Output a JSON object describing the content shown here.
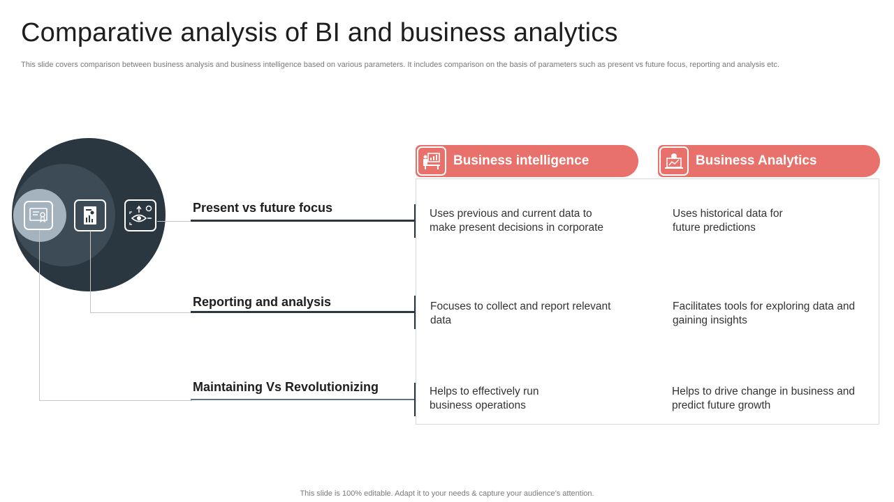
{
  "slide": {
    "title": "Comparative analysis of BI and business analytics",
    "subtitle": "This slide covers comparison between business analysis and business intelligence based on various parameters. It includes comparison on the basis of parameters such as present vs future focus, reporting and analysis etc.",
    "footer": "This slide is 100% editable. Adapt it to your needs & capture your audience’s attention."
  },
  "icons": {
    "circle": [
      "certificate-icon",
      "report-document-icon",
      "vision-analytics-icon"
    ],
    "bi_header": "presentation-chart-icon",
    "ba_header": "laptop-analytics-icon"
  },
  "colors": {
    "accent": "#e8716b",
    "dark": "#2a3640",
    "mid": "#3d4b57",
    "light": "#a5b3be"
  },
  "columns": {
    "bi": "Business intelligence",
    "ba": "Business Analytics"
  },
  "rows": [
    {
      "parameter": "Present vs future focus",
      "bi": [
        "Uses previous and current  data to",
        "make present decisions in corporate"
      ],
      "ba": [
        "Uses historical data for",
        "future  predictions"
      ]
    },
    {
      "parameter": "Reporting and analysis",
      "bi": [
        "Focuses to collect and report relevant",
        "data"
      ],
      "ba": [
        "Facilitates tools for exploring data and",
        "gaining insights"
      ]
    },
    {
      "parameter": "Maintaining Vs Revolutionizing",
      "bi": [
        "Helps to effectively run",
        "business operations"
      ],
      "ba": [
        "Helps to drive change in business and",
        "predict future  growth"
      ]
    }
  ]
}
